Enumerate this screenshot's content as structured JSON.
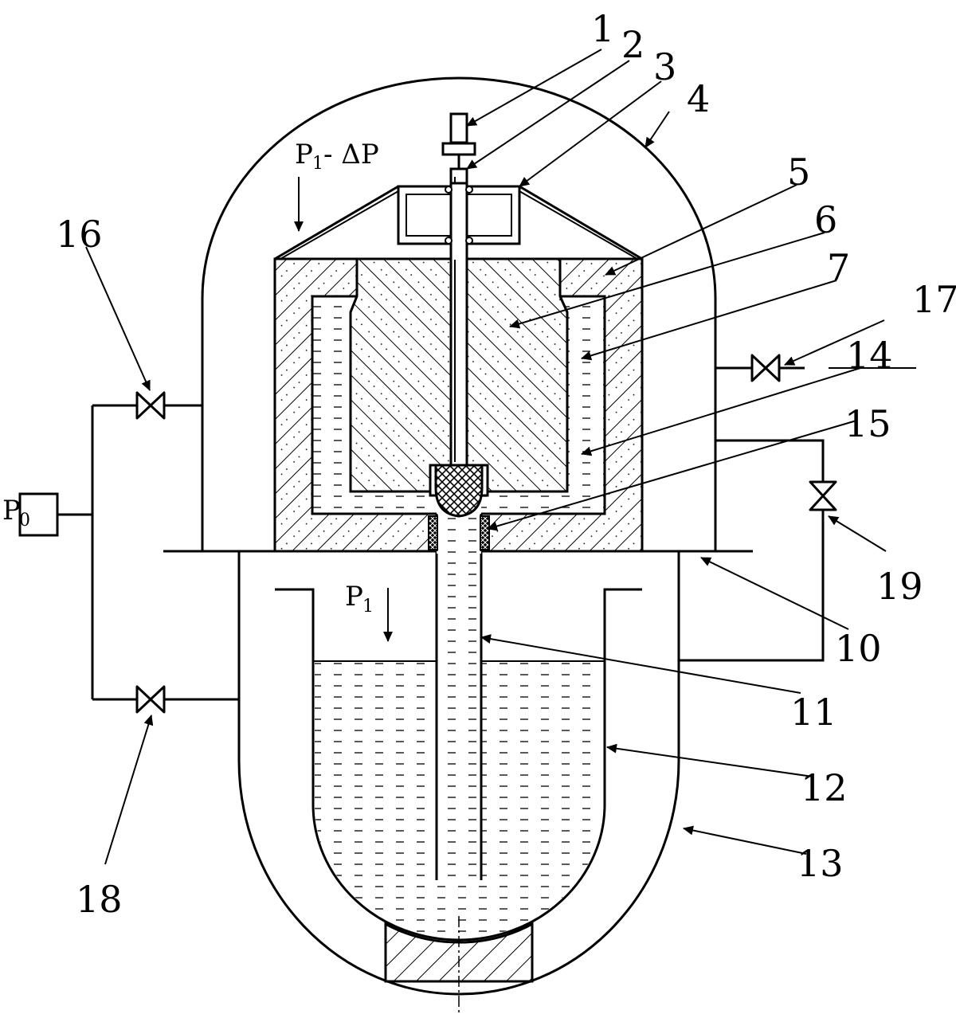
{
  "labels": {
    "n1": "1",
    "n2": "2",
    "n3": "3",
    "n4": "4",
    "n5": "5",
    "n6": "6",
    "n7": "7",
    "n10": "10",
    "n11": "11",
    "n12": "12",
    "n13": "13",
    "n14": "14",
    "n15": "15",
    "n16": "16",
    "n17": "17",
    "n18": "18",
    "n19": "19"
  },
  "pressures": {
    "upper_main": "P",
    "upper_sub": "1",
    "upper_tail": "- ΔP",
    "lower_main": "P",
    "lower_sub": "1",
    "source_main": "P",
    "source_sub": "0"
  },
  "colors": {
    "line": "#000000",
    "background": "#ffffff"
  }
}
